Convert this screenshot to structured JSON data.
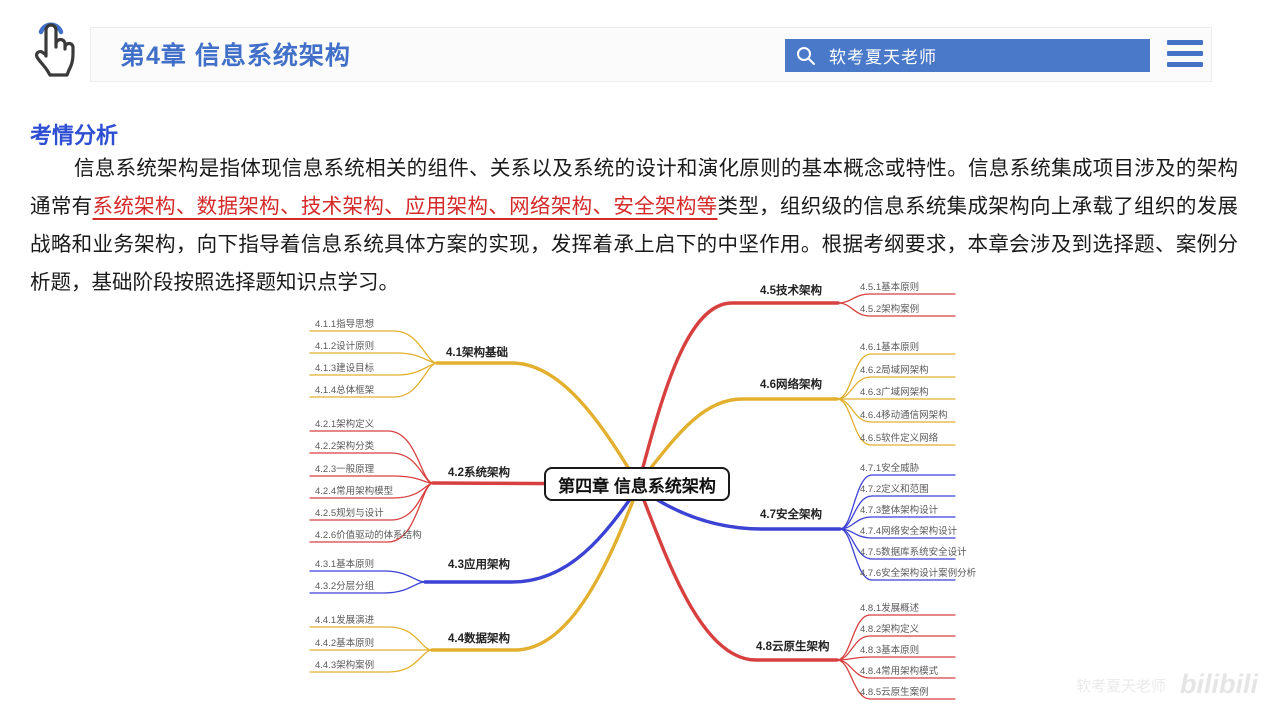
{
  "header": {
    "title": "第4章 信息系统架构",
    "search_text": "软考夏天老师"
  },
  "icons": {
    "gesture": "tap-hand",
    "search": "magnifier",
    "menu": "hamburger"
  },
  "analysis": {
    "heading": "考情分析",
    "para_before": "信息系统架构是指体现信息系统相关的组件、关系以及系统的设计和演化原则的基本概念或特性。信息系统集成项目涉及的架构通常有",
    "para_red": "系统架构、数据架构、技术架构、应用架构、网络架构、安全架构等",
    "para_after": "类型，组织级的信息系统集成架构向上承载了组织的发展战略和业务架构，向下指导着信息系统具体方案的实现，发挥着承上启下的中坚作用。根据考纲要求，本章会涉及到选择题、案例分析题，基础阶段按照选择题知识点学习。"
  },
  "mindmap": {
    "center": "第四章 信息系统架构",
    "branches": [
      {
        "label": "4.1架构基础",
        "color": "#e2b02e",
        "children": [
          "4.1.1指导思想",
          "4.1.2设计原则",
          "4.1.3建设目标",
          "4.1.4总体框架"
        ]
      },
      {
        "label": "4.2系统架构",
        "color": "#d84040",
        "children": [
          "4.2.1架构定义",
          "4.2.2架构分类",
          "4.2.3一般原理",
          "4.2.4常用架构模型",
          "4.2.5规划与设计",
          "4.2.6价值驱动的体系结构"
        ]
      },
      {
        "label": "4.3应用架构",
        "color": "#3c42d4",
        "children": [
          "4.3.1基本原则",
          "4.3.2分层分组"
        ]
      },
      {
        "label": "4.4数据架构",
        "color": "#e2b02e",
        "children": [
          "4.4.1发展演进",
          "4.4.2基本原则",
          "4.4.3架构案例"
        ]
      },
      {
        "label": "4.5技术架构",
        "color": "#d84040",
        "children": [
          "4.5.1基本原则",
          "4.5.2架构案例"
        ]
      },
      {
        "label": "4.6网络架构",
        "color": "#e2b02e",
        "children": [
          "4.6.1基本原则",
          "4.6.2局域网架构",
          "4.6.3广域网架构",
          "4.6.4移动通信网架构",
          "4.6.5软件定义网络"
        ]
      },
      {
        "label": "4.7安全架构",
        "color": "#3c42d4",
        "children": [
          "4.7.1安全威胁",
          "4.7.2定义和范围",
          "4.7.3整体架构设计",
          "4.7.4网络安全架构设计",
          "4.7.5数据库系统安全设计",
          "4.7.6安全架构设计案例分析"
        ]
      },
      {
        "label": "4.8云原生架构",
        "color": "#d84040",
        "children": [
          "4.8.1发展概述",
          "4.8.2架构定义",
          "4.8.3基本原则",
          "4.8.4常用架构模式",
          "4.8.5云原生案例"
        ]
      }
    ]
  },
  "watermark": {
    "text": "软考夏天老师",
    "logo": "bilibili"
  },
  "colors": {
    "title_blue": "#4270c9",
    "search_blue": "#4a79ca",
    "heading_blue": "#2e4fd1",
    "highlight_red": "#d42a2a",
    "map_yellow": "#e2b02e",
    "map_red": "#d84040",
    "map_blue": "#3c42d4"
  }
}
